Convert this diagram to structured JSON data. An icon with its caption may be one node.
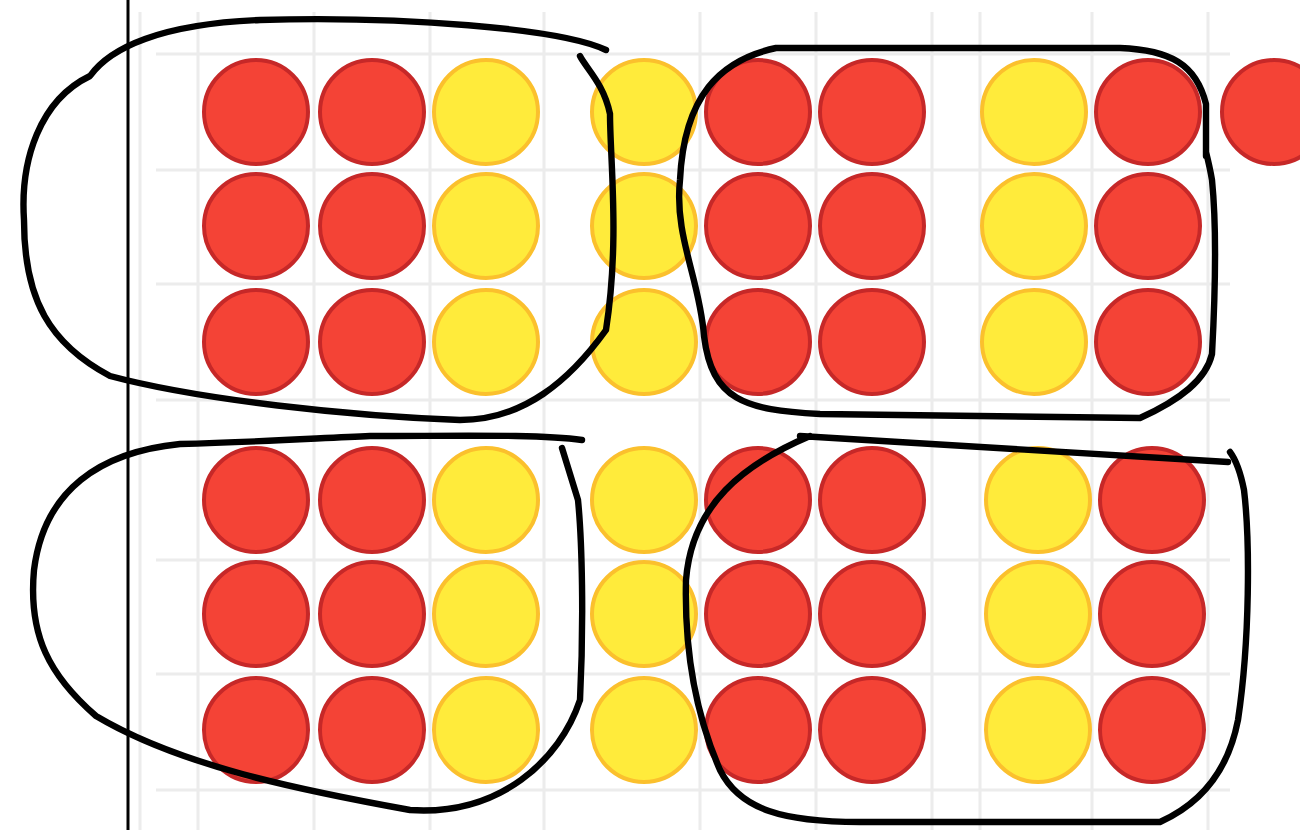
{
  "diagram": {
    "nodes": [
      {
        "text": [],
        "shape": "loop"
      },
      {
        "text": [],
        "shape": "circle",
        "in": 0
      },
      {
        "text": [],
        "shape": "circle",
        "in": 0
      },
      {
        "text": [],
        "shape": "circle",
        "in": 0
      },
      {
        "text": [],
        "shape": "circle",
        "in": 0
      },
      {
        "text": [],
        "shape": "circle",
        "in": 0
      },
      {
        "text": [],
        "shape": "circle",
        "in": 0
      },
      {
        "text": [],
        "shape": "circle",
        "in": 0
      },
      {
        "text": [],
        "shape": "circle",
        "in": 0
      },
      {
        "text": [],
        "shape": "circle",
        "in": 0
      },
      {
        "text": [],
        "shape": "circle"
      },
      {
        "text": [],
        "shape": "circle"
      },
      {
        "text": [],
        "shape": "circle"
      },
      {
        "text": [],
        "shape": "loop"
      },
      {
        "text": [],
        "shape": "circle",
        "in": 13
      },
      {
        "text": [],
        "shape": "circle",
        "in": 13
      },
      {
        "text": [],
        "shape": "circle",
        "in": 13
      },
      {
        "text": [],
        "shape": "circle",
        "in": 13
      },
      {
        "text": [],
        "shape": "circle",
        "in": 13
      },
      {
        "text": [],
        "shape": "circle",
        "in": 13
      },
      {
        "text": [],
        "shape": "circle",
        "in": 13
      },
      {
        "text": [],
        "shape": "circle",
        "in": 13
      },
      {
        "text": [],
        "shape": "circle",
        "in": 13
      },
      {
        "text": [],
        "shape": "circle",
        "in": 13
      },
      {
        "text": [],
        "shape": "circle",
        "in": 13
      },
      {
        "text": [],
        "shape": "circle",
        "in": 13
      },
      {
        "text": [],
        "shape": "circle"
      },
      {
        "text": [],
        "shape": "loop"
      },
      {
        "text": [],
        "shape": "circle",
        "in": 27
      },
      {
        "text": [],
        "shape": "circle",
        "in": 27
      },
      {
        "text": [],
        "shape": "circle",
        "in": 27
      },
      {
        "text": [],
        "shape": "circle",
        "in": 27
      },
      {
        "text": [],
        "shape": "circle",
        "in": 27
      },
      {
        "text": [],
        "shape": "circle",
        "in": 27
      },
      {
        "text": [],
        "shape": "circle",
        "in": 27
      },
      {
        "text": [],
        "shape": "circle",
        "in": 27
      },
      {
        "text": [],
        "shape": "circle",
        "in": 27
      },
      {
        "text": [],
        "shape": "circle"
      },
      {
        "text": [],
        "shape": "circle"
      },
      {
        "text": [],
        "shape": "circle"
      },
      {
        "text": [],
        "shape": "loop"
      },
      {
        "text": [],
        "shape": "circle",
        "in": 40
      },
      {
        "text": [],
        "shape": "circle",
        "in": 40
      },
      {
        "text": [],
        "shape": "circle",
        "in": 40
      },
      {
        "text": [],
        "shape": "circle",
        "in": 40
      },
      {
        "text": [],
        "shape": "circle",
        "in": 40
      },
      {
        "text": [],
        "shape": "circle",
        "in": 40
      },
      {
        "text": [],
        "shape": "circle",
        "in": 40
      },
      {
        "text": [],
        "shape": "circle",
        "in": 40
      },
      {
        "text": [],
        "shape": "circle",
        "in": 40
      },
      {
        "text": [],
        "shape": "circle",
        "in": 40
      },
      {
        "text": [],
        "shape": "circle",
        "in": 40
      },
      {
        "text": [],
        "shape": "circle",
        "in": 40
      }
    ]
  }
}
